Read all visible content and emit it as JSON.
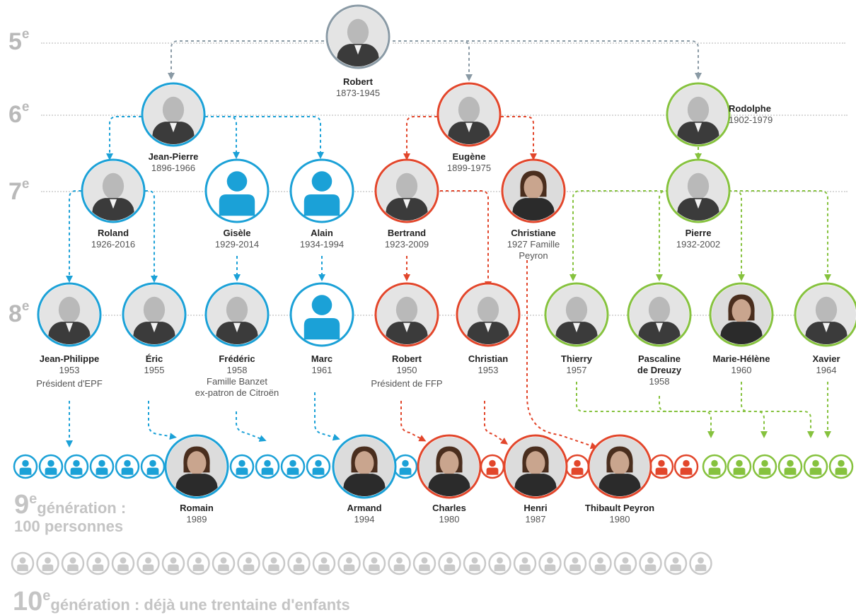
{
  "colors": {
    "root": "#8a9aa5",
    "blue": "#1ba1d7",
    "red": "#e2462b",
    "green": "#86c23e",
    "gray": "#c9c9c9",
    "generation_label": "#b9b9b9"
  },
  "generation_rows": [
    {
      "num": "5",
      "sup": "e"
    },
    {
      "num": "6",
      "sup": "e"
    },
    {
      "num": "7",
      "sup": "e"
    },
    {
      "num": "8",
      "sup": "e"
    }
  ],
  "people": {
    "robert_sr": {
      "name": "Robert",
      "dates": "1873-1945",
      "note": ""
    },
    "jean_pierre": {
      "name": "Jean-Pierre",
      "dates": "1896-1966",
      "note": ""
    },
    "eugene": {
      "name": "Eugène",
      "dates": "1899-1975",
      "note": ""
    },
    "rodolphe": {
      "name": "Rodolphe",
      "dates": "1902-1979",
      "note": ""
    },
    "roland": {
      "name": "Roland",
      "dates": "1926-2016",
      "note": ""
    },
    "gisele": {
      "name": "Gisèle",
      "dates": "1929-2014",
      "note": ""
    },
    "alain": {
      "name": "Alain",
      "dates": "1934-1994",
      "note": ""
    },
    "bertrand": {
      "name": "Bertrand",
      "dates": "1923-2009",
      "note": ""
    },
    "christiane": {
      "name": "Christiane",
      "dates": "1927 Famille",
      "note": "Peyron"
    },
    "pierre": {
      "name": "Pierre",
      "dates": "1932-2002",
      "note": ""
    },
    "jean_philippe": {
      "name": "Jean-Philippe",
      "dates": "1953",
      "note": "Président d'EPF"
    },
    "eric": {
      "name": "Éric",
      "dates": "1955",
      "note": ""
    },
    "frederic": {
      "name": "Frédéric",
      "dates": "1958",
      "note": "Famille Banzet",
      "note2": "ex-patron de Citroën"
    },
    "marc": {
      "name": "Marc",
      "dates": "1961",
      "note": ""
    },
    "robert_jr": {
      "name": "Robert",
      "dates": "1950",
      "note": "Président de FFP"
    },
    "christian": {
      "name": "Christian",
      "dates": "1953",
      "note": ""
    },
    "thierry": {
      "name": "Thierry",
      "dates": "1957",
      "note": ""
    },
    "pascaline": {
      "name": "Pascaline",
      "name2": "de Dreuzy",
      "dates": "1958",
      "note": ""
    },
    "marie_helene": {
      "name": "Marie-Hélène",
      "dates": "1960",
      "note": ""
    },
    "xavier": {
      "name": "Xavier",
      "dates": "1964",
      "note": ""
    },
    "romain": {
      "name": "Romain",
      "dates": "1989",
      "note": ""
    },
    "armand": {
      "name": "Armand",
      "dates": "1994",
      "note": ""
    },
    "charles": {
      "name": "Charles",
      "dates": "1980",
      "note": ""
    },
    "henri": {
      "name": "Henri",
      "dates": "1987",
      "note": ""
    },
    "thibault": {
      "name": "Thibault Peyron",
      "dates": "1980",
      "note": ""
    }
  },
  "gen9": {
    "num": "9",
    "sup": "e",
    "line1": "génération :",
    "line2": "100 personnes"
  },
  "gen10": {
    "num": "10",
    "sup": "e",
    "text": "génération : déjà une trentaine d'enfants"
  }
}
